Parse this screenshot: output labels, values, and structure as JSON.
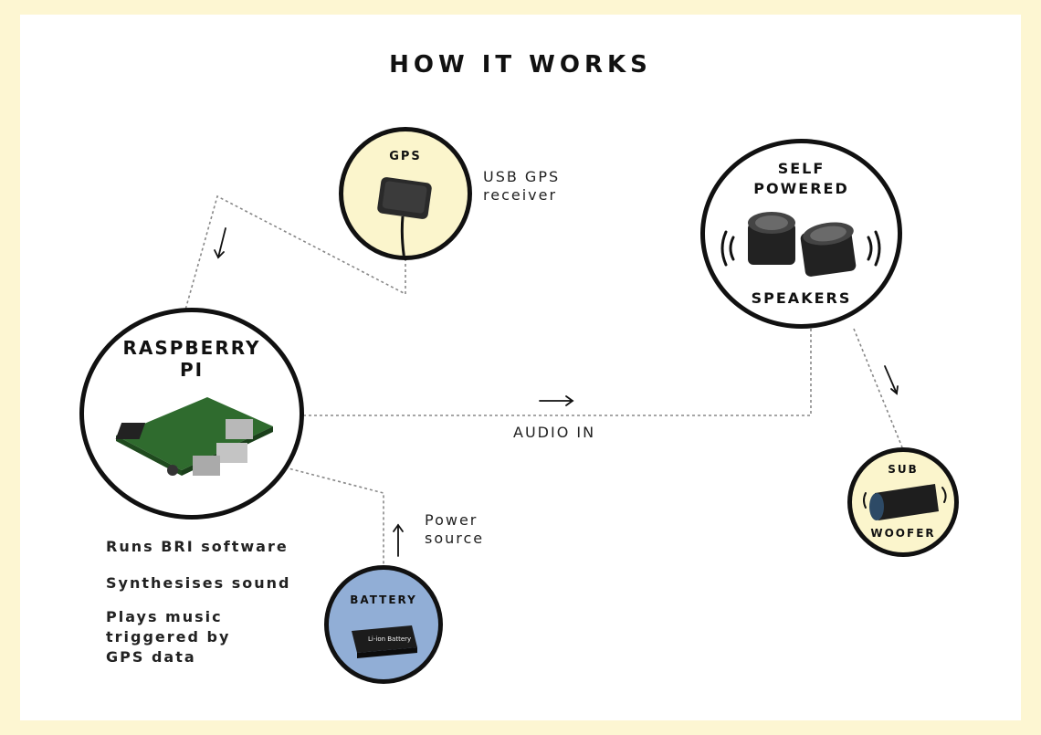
{
  "title": "HOW IT WORKS",
  "colors": {
    "page_border": "#fdf6d2",
    "panel": "#ffffff",
    "gps_fill": "#fbf5cc",
    "sub_fill": "#fbf5cc",
    "battery_fill": "#91aed6",
    "stroke": "#111111"
  },
  "nodes": {
    "gps": {
      "label": "GPS",
      "caption_line1": "USB GPS",
      "caption_line2": "receiver"
    },
    "pi": {
      "label_line1": "RASPBERRY",
      "label_line2": "PI"
    },
    "speakers": {
      "label_top_line1": "SELF",
      "label_top_line2": "POWERED",
      "label_bottom": "SPEAKERS"
    },
    "sub": {
      "label_top": "SUB",
      "label_bottom": "WOOFER"
    },
    "battery": {
      "label": "BATTERY",
      "caption_line1": "Power",
      "caption_line2": "source",
      "device_text": "Li-ion Battery"
    }
  },
  "connections": {
    "audio_label": "AUDIO IN"
  },
  "features": [
    "Runs BRI software",
    "Synthesises sound",
    "Plays music",
    "triggered by",
    "GPS data"
  ]
}
